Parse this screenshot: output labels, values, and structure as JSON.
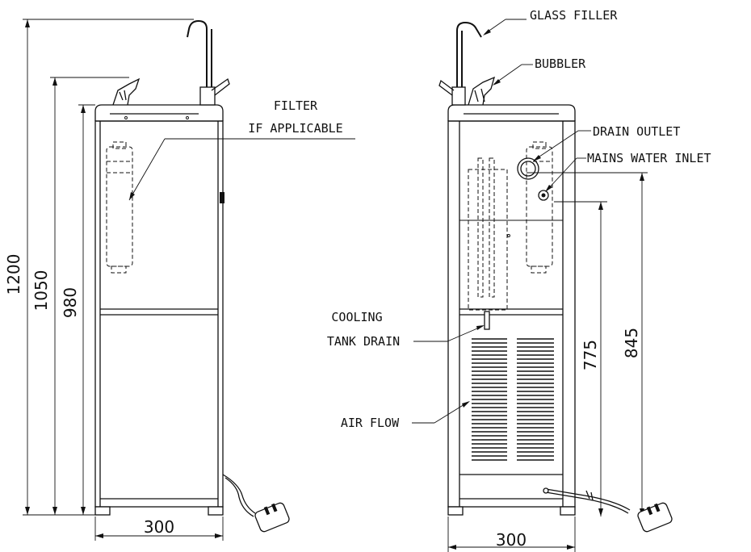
{
  "labels": {
    "glass_filler": "GLASS FILLER",
    "bubbler": "BUBBLER",
    "filter_line1": "FILTER",
    "filter_line2": "IF APPLICABLE",
    "drain_outlet": "DRAIN OUTLET",
    "mains_water_inlet": "MAINS WATER INLET",
    "cooling_line1": "COOLING",
    "cooling_line2": "TANK DRAIN",
    "air_flow": "AIR FLOW"
  },
  "dimensions": {
    "height_total": "1200",
    "height_bubbler": "1050",
    "height_cabinet": "980",
    "width_front": "300",
    "width_rear": "300",
    "height_drain_outlet": "775",
    "height_mains_inlet": "845"
  }
}
